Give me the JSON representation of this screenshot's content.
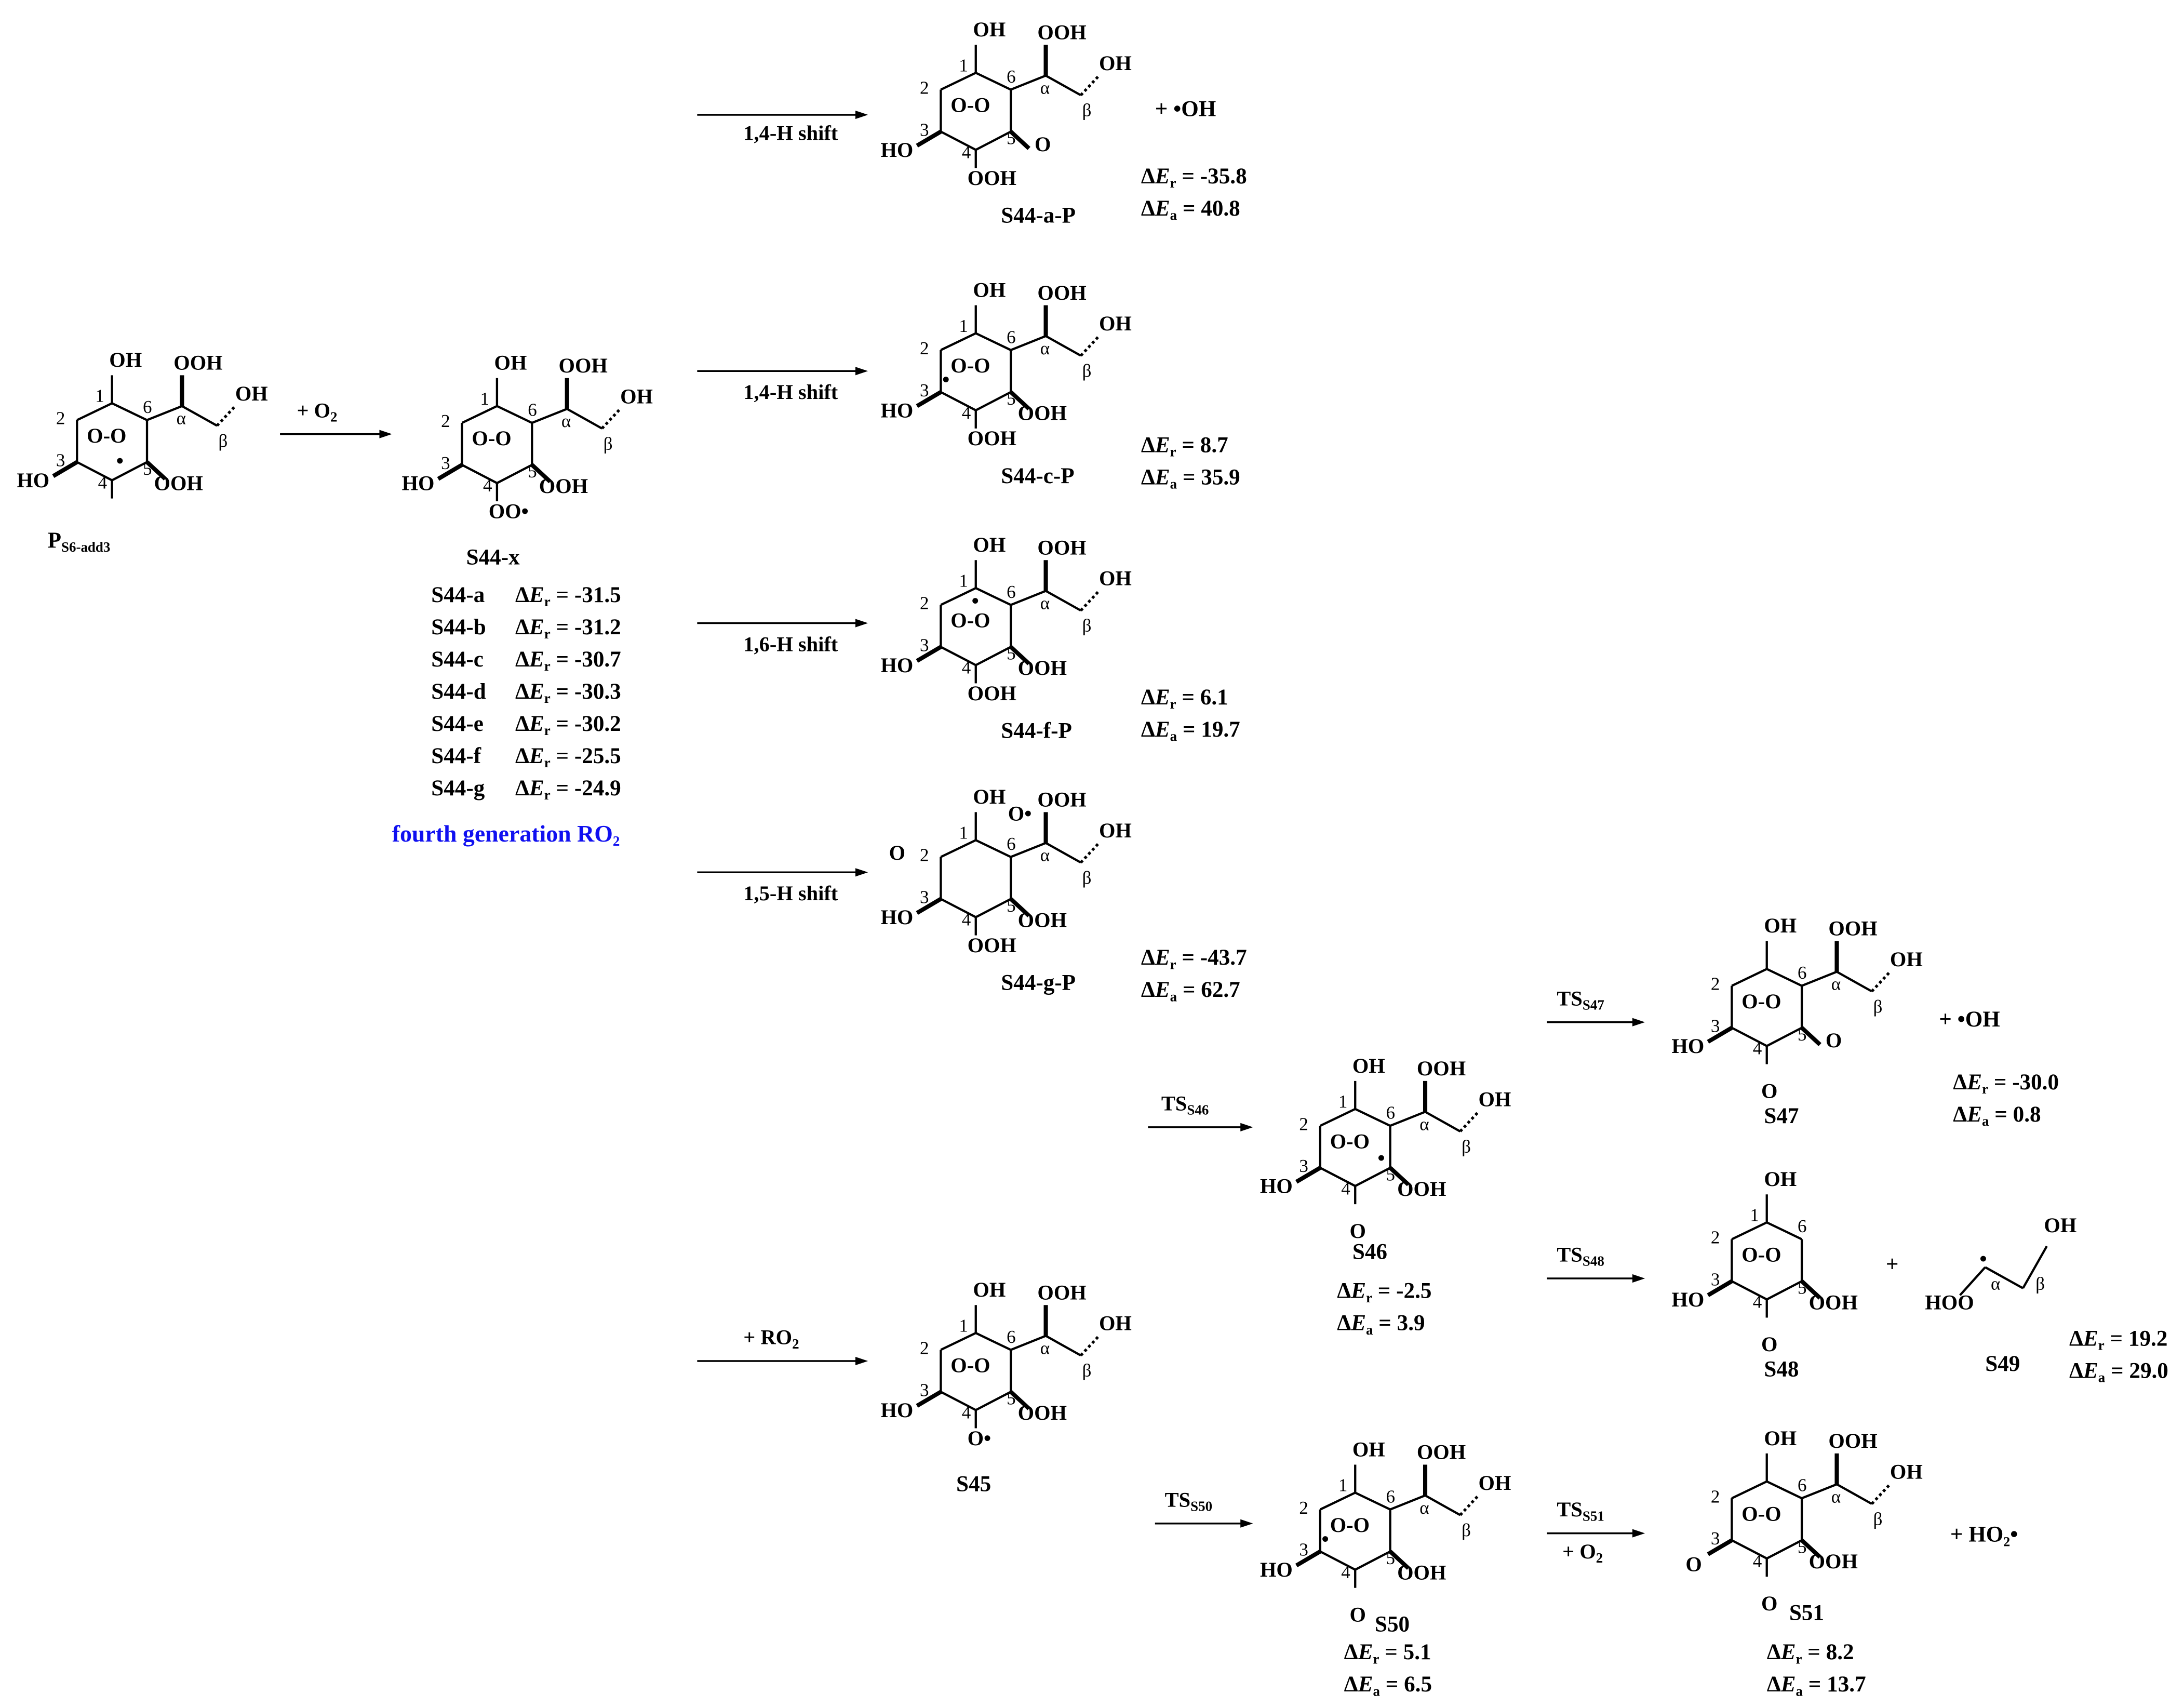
{
  "colors": {
    "ink": "#000000",
    "accent": "#1010f0"
  },
  "energy_labels": {
    "delta": "Δ",
    "E": "E",
    "r": "r",
    "a": "a",
    "eq": " = "
  },
  "fourth_generation": {
    "text": "fourth generation  RO",
    "sub": "2"
  },
  "s44_list": [
    {
      "name": "S44-a",
      "er": "-31.5"
    },
    {
      "name": "S44-b",
      "er": "-31.2"
    },
    {
      "name": "S44-c",
      "er": "-30.7"
    },
    {
      "name": "S44-d",
      "er": "-30.3"
    },
    {
      "name": "S44-e",
      "er": "-30.2"
    },
    {
      "name": "S44-f",
      "er": "-25.5"
    },
    {
      "name": "S44-g",
      "er": "-24.9"
    }
  ],
  "arrows": [
    {
      "id": "o2",
      "main": "+ O",
      "sub": "2"
    },
    {
      "id": "a14a",
      "main": "1,4-H shift",
      "sub": ""
    },
    {
      "id": "a14c",
      "main": "1,4-H shift",
      "sub": ""
    },
    {
      "id": "a16",
      "main": "1,6-H shift",
      "sub": ""
    },
    {
      "id": "a15",
      "main": "1,5-H shift",
      "sub": ""
    },
    {
      "id": "ro2",
      "main": "+ RO",
      "sub": "2"
    },
    {
      "id": "ts46",
      "main": "TS",
      "sub": "S46"
    },
    {
      "id": "ts47",
      "main": "TS",
      "sub": "S47"
    },
    {
      "id": "ts48",
      "main": "TS",
      "sub": "S48"
    },
    {
      "id": "ts50",
      "main": "TS",
      "sub": "S50"
    },
    {
      "id": "ts51",
      "main": "TS",
      "sub": "S51",
      "extra": "+ O",
      "extra_sub": "2"
    }
  ],
  "plus_terms": [
    {
      "id": "p_a",
      "text": "+  •OH"
    },
    {
      "id": "p_47",
      "text": "+  •OH"
    },
    {
      "id": "p_48",
      "text": "+"
    },
    {
      "id": "p_51",
      "text": "+  HO₂•"
    }
  ],
  "energies": [
    {
      "id": "e_a",
      "er": "-35.8",
      "ea": "40.8"
    },
    {
      "id": "e_c",
      "er": "8.7",
      "ea": "35.9"
    },
    {
      "id": "e_f",
      "er": "6.1",
      "ea": "19.7"
    },
    {
      "id": "e_g",
      "er": "-43.7",
      "ea": "62.7"
    },
    {
      "id": "e_47",
      "er": "-30.0",
      "ea": "0.8"
    },
    {
      "id": "e_46",
      "er": "-2.5",
      "ea": "3.9"
    },
    {
      "id": "e_49",
      "er": "19.2",
      "ea": "29.0"
    },
    {
      "id": "e_50",
      "er": "5.1",
      "ea": "6.5"
    },
    {
      "id": "e_51",
      "er": "8.2",
      "ea": "13.7"
    }
  ],
  "molecules": [
    {
      "id": "P_S6_add3",
      "name": "P",
      "name_sub": "S6-add3",
      "atoms": {
        "top": "OH",
        "n1": "1",
        "n2": "2",
        "n3": "3",
        "n4": "4",
        "n5": "5",
        "n6": "6",
        "bridge": "O-O",
        "alpha": "α",
        "beta": "β",
        "ooh": "OOH",
        "ohb": "OH",
        "c3": "HO",
        "c5": "OOH",
        "dotC4": "•"
      }
    },
    {
      "id": "S44_x",
      "name": "S44-x",
      "atoms": {
        "top": "OH",
        "n1": "1",
        "n2": "2",
        "n3": "3",
        "n4": "4",
        "n5": "5",
        "n6": "6",
        "bridge": "O-O",
        "alpha": "α",
        "beta": "β",
        "ooh": "OOH",
        "ohb": "OH",
        "c3": "HO",
        "c4": "OO•",
        "c5": "OOH"
      }
    },
    {
      "id": "S44_a_P",
      "name": "S44-a-P",
      "atoms": {
        "top": "OH",
        "n1": "1",
        "n2": "2",
        "n3": "3",
        "n4": "4",
        "n5": "5",
        "n6": "6",
        "bridge": "O-O",
        "alpha": "α",
        "beta": "β",
        "ooh": "OOH",
        "ohb": "OH",
        "c3": "HO",
        "c4": "OOH",
        "c5ket": "O"
      }
    },
    {
      "id": "S44_c_P",
      "name": "S44-c-P",
      "atoms": {
        "top": "OH",
        "n1": "1",
        "n2": "2",
        "n3": "3",
        "n4": "4",
        "n5": "5",
        "n6": "6",
        "bridge": "O-O",
        "alpha": "α",
        "beta": "β",
        "ooh": "OOH",
        "ohb": "OH",
        "c3": "HO",
        "c4": "OOH",
        "c5": "OOH",
        "dotC3": "•"
      }
    },
    {
      "id": "S44_f_P",
      "name": "S44-f-P",
      "atoms": {
        "top": "OH",
        "n1": "1",
        "n2": "2",
        "n3": "3",
        "n4": "4",
        "n5": "5",
        "n6": "6",
        "bridge": "O-O",
        "alpha": "α",
        "beta": "β",
        "ooh": "OOH",
        "ohb": "OH",
        "c3": "HO",
        "c4": "OOH",
        "c5": "OOH",
        "dotC1": "•"
      }
    },
    {
      "id": "S44_g_P",
      "name": "S44-g-P",
      "atoms": {
        "top": "OH",
        "n1": "1",
        "n2": "2",
        "n3": "3",
        "n4": "4",
        "n5": "5",
        "n6": "6",
        "c6o": "O•",
        "alpha": "α",
        "beta": "β",
        "ooh": "OOH",
        "ohb": "OH",
        "c3": "HO",
        "c4": "OOH",
        "c5": "OOH",
        "c2o": "O"
      }
    },
    {
      "id": "S46",
      "name": "S46",
      "atoms": {
        "top": "OH",
        "n1": "1",
        "n2": "2",
        "n3": "3",
        "n4": "4",
        "n5": "5",
        "n6": "6",
        "bridge": "O-O",
        "alpha": "α",
        "beta": "β",
        "ooh": "OOH",
        "ohb": "OH",
        "c3": "HO",
        "c4ald": "O",
        "c5": "OOH",
        "dotC5": "•"
      }
    },
    {
      "id": "S47",
      "name": "S47",
      "atoms": {
        "top": "OH",
        "n2": "2",
        "n3": "3",
        "n4": "4",
        "n5": "5",
        "n6": "6",
        "bridge": "O-O",
        "alpha": "α",
        "beta": "β",
        "ooh": "OOH",
        "ohb": "OH",
        "c3": "HO",
        "c4ald": "O",
        "c5ket": "O"
      }
    },
    {
      "id": "S48",
      "name": "S48",
      "atoms": {
        "top": "OH",
        "n1": "1",
        "n2": "2",
        "n3": "3",
        "n4": "4",
        "n5": "5",
        "n6": "6",
        "bridge": "O-O",
        "c3": "HO",
        "c4ald": "O",
        "c5": "OOH"
      }
    },
    {
      "id": "S45",
      "name": "S45",
      "atoms": {
        "top": "OH",
        "n1": "1",
        "n2": "2",
        "n3": "3",
        "n4": "4",
        "n5": "5",
        "n6": "6",
        "bridge": "O-O",
        "alpha": "α",
        "beta": "β",
        "ooh": "OOH",
        "ohb": "OH",
        "c3": "HO",
        "c4": "O•",
        "c5": "OOH"
      }
    },
    {
      "id": "S50",
      "name": "S50",
      "atoms": {
        "top": "OH",
        "n1": "1",
        "n2": "2",
        "n3": "3",
        "n4": "4",
        "n5": "5",
        "n6": "6",
        "bridge": "O-O",
        "alpha": "α",
        "beta": "β",
        "ooh": "OOH",
        "ohb": "OH",
        "c3": "HO",
        "c4ald": "O",
        "c5": "OOH",
        "dotC3": "•"
      }
    },
    {
      "id": "S51",
      "name": "S51",
      "atoms": {
        "top": "OH",
        "n2": "2",
        "n3": "3",
        "n4": "4",
        "n5": "5",
        "n6": "6",
        "bridge": "O-O",
        "alpha": "α",
        "beta": "β",
        "ooh": "OOH",
        "ohb": "OH",
        "c3ald": "O",
        "c4ald": "O",
        "c5": "OOH"
      }
    }
  ],
  "s49": {
    "name": "S49",
    "hoo": "HOO",
    "alpha": "α",
    "beta": "β",
    "oh": "OH",
    "dot": "•"
  }
}
